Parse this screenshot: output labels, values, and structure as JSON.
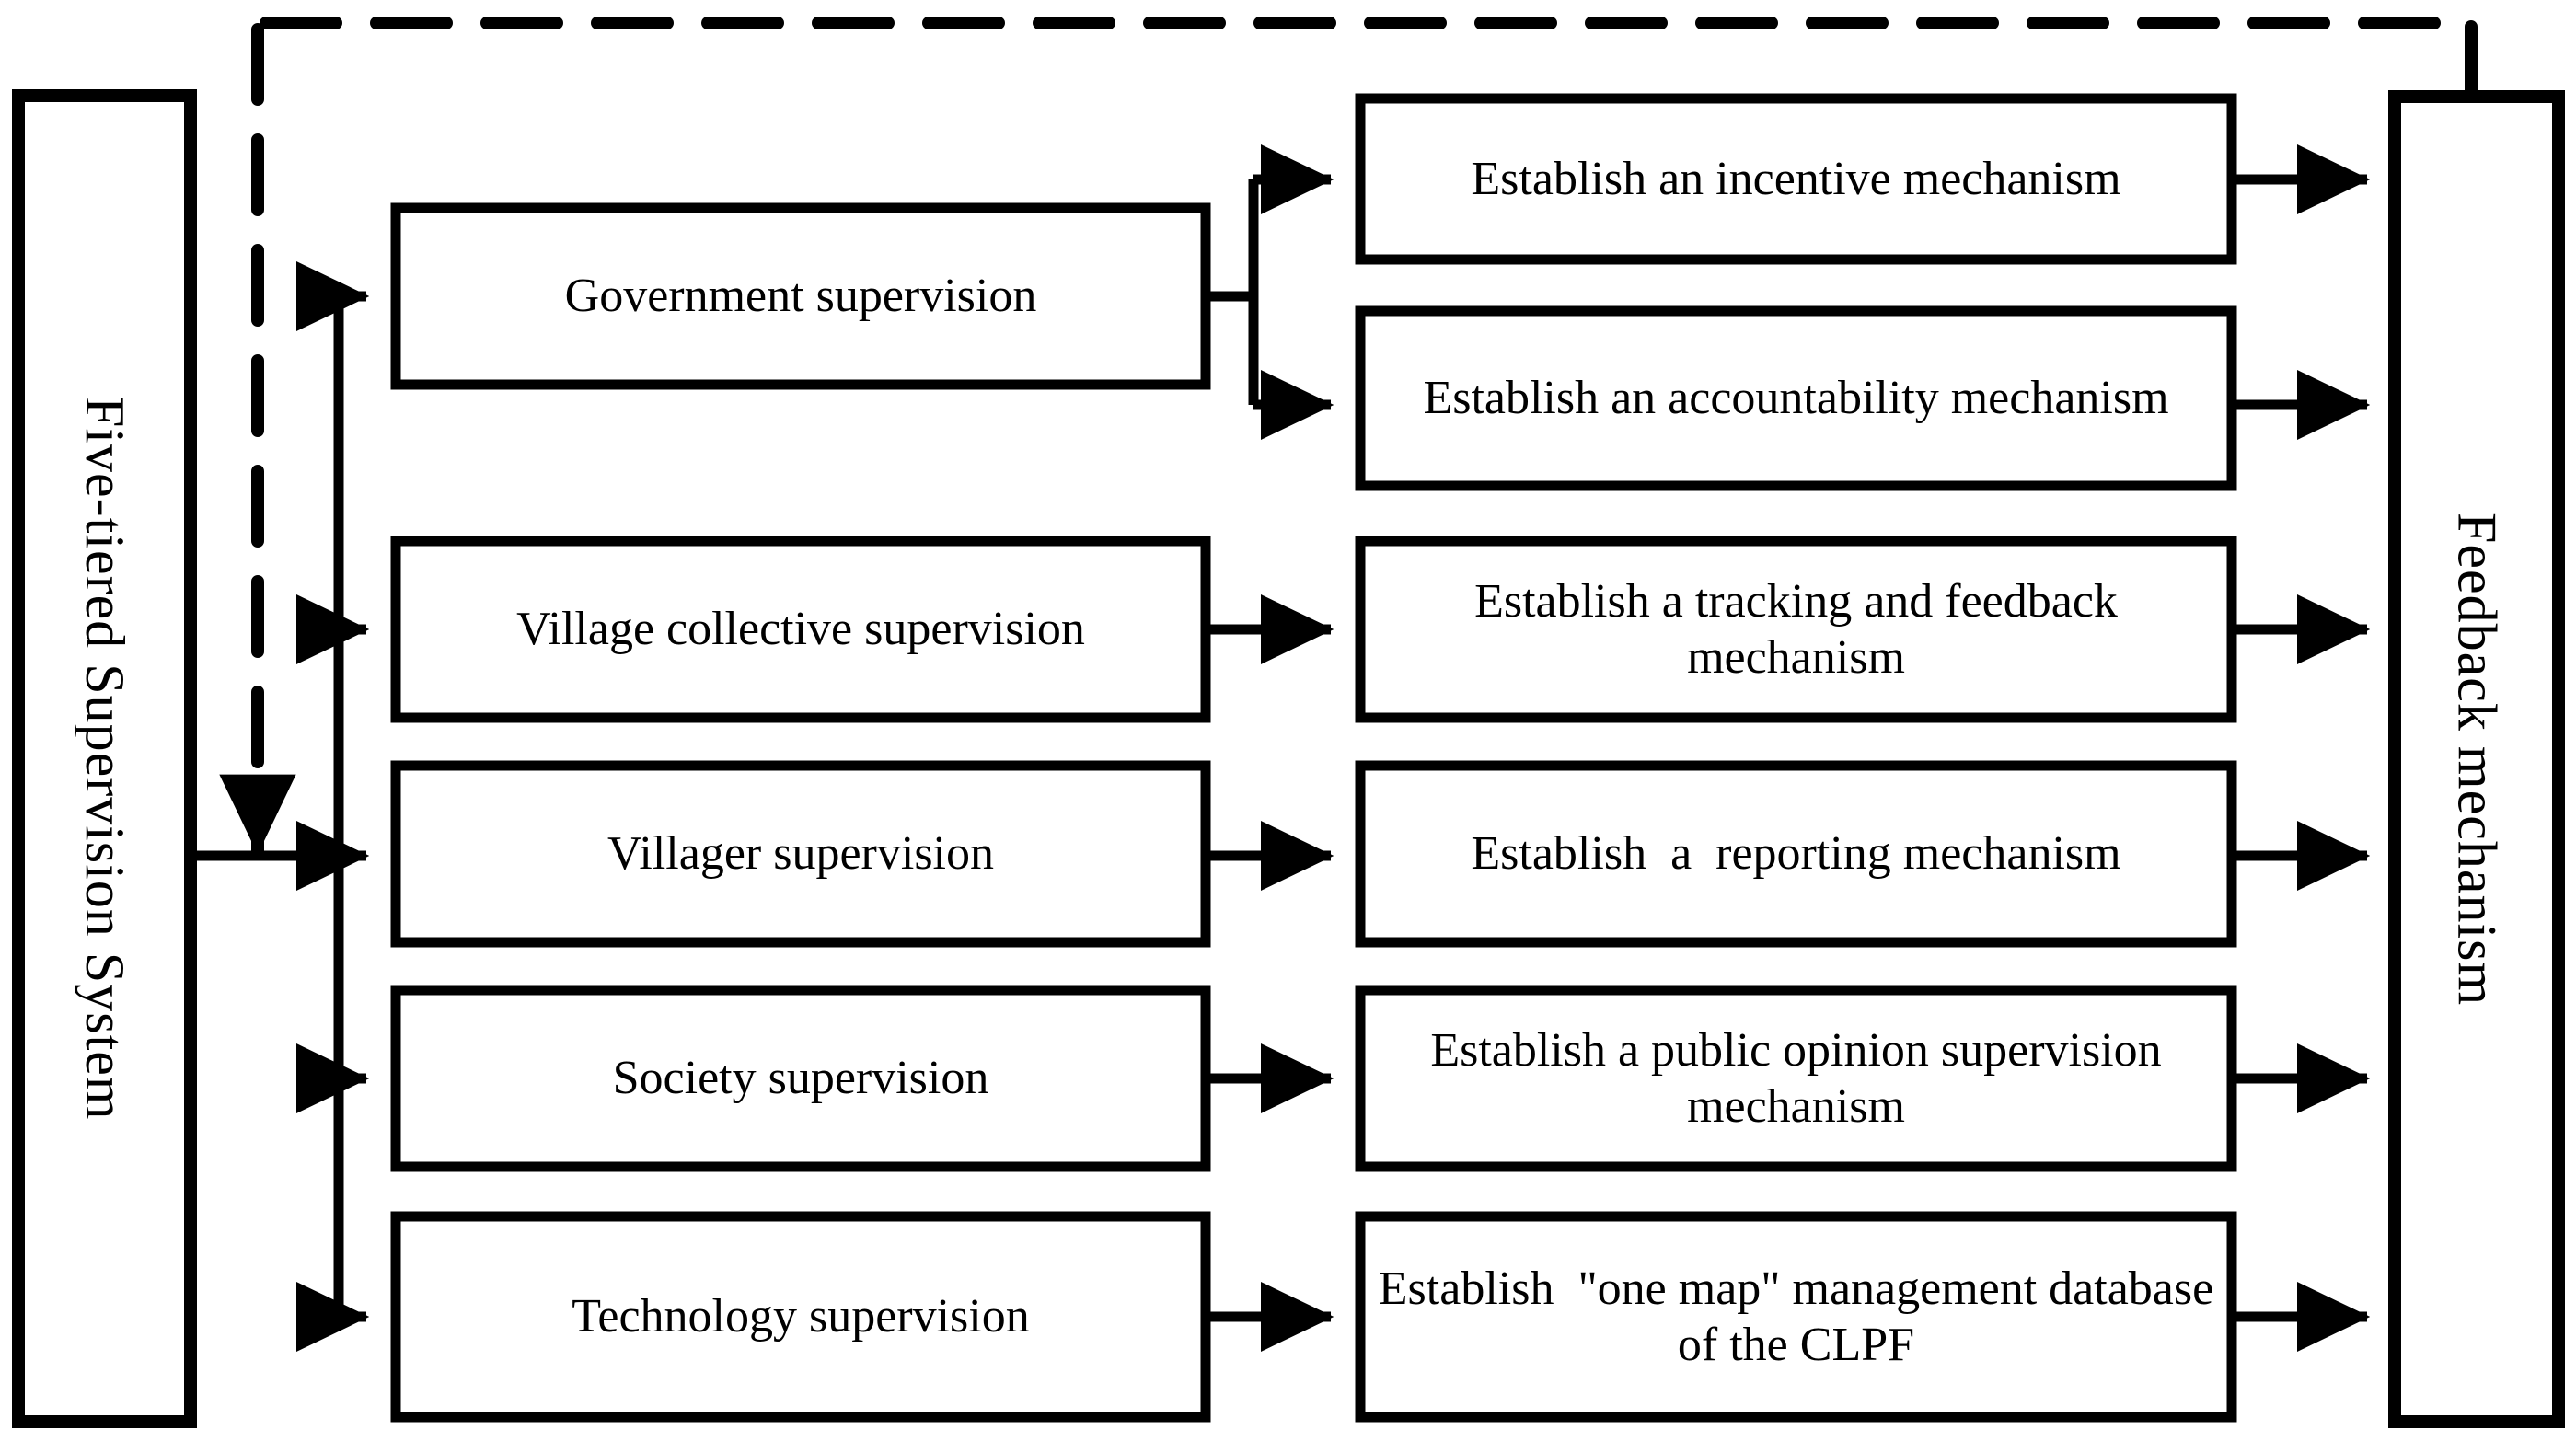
{
  "diagram": {
    "title": "Five-tiered Supervision System",
    "type": "flow-diagram",
    "stroke_color": "#000000",
    "fill_color": "#FFFFFF",
    "background_color": "#FFFFFF",
    "line_width": 11,
    "dashed_line_width": 14
  },
  "source": {
    "label": "Five-tiered Supervision System",
    "orientation": "vertical"
  },
  "sink": {
    "label": "Feedback mechanism",
    "orientation": "vertical"
  },
  "tiers": [
    {
      "id": "government",
      "label": "Government supervision",
      "mechanisms": [
        {
          "id": "incentive",
          "label": "Establish an incentive mechanism"
        },
        {
          "id": "accountability",
          "label": "Establish an accountability mechanism"
        }
      ]
    },
    {
      "id": "village-collective",
      "label": "Village collective supervision",
      "mechanisms": [
        {
          "id": "tracking-feedback",
          "label": "Establish a tracking and feedback mechanism"
        }
      ]
    },
    {
      "id": "villager",
      "label": "Villager supervision",
      "mechanisms": [
        {
          "id": "reporting",
          "label": "Establish  a  reporting mechanism"
        }
      ]
    },
    {
      "id": "society",
      "label": "Society supervision",
      "mechanisms": [
        {
          "id": "public-opinion",
          "label": "Establish a public opinion supervision mechanism"
        }
      ]
    },
    {
      "id": "technology",
      "label": "Technology supervision",
      "mechanisms": [
        {
          "id": "one-map-database",
          "label": "Establish  \"one map\" management database of the CLPF"
        }
      ]
    }
  ],
  "connections": {
    "source_to_tiers": "solid-arrow",
    "tier_to_mechanism": "solid-arrow",
    "mechanism_to_feedback": "solid-arrow",
    "feedback_to_source": "dashed-arrow"
  }
}
